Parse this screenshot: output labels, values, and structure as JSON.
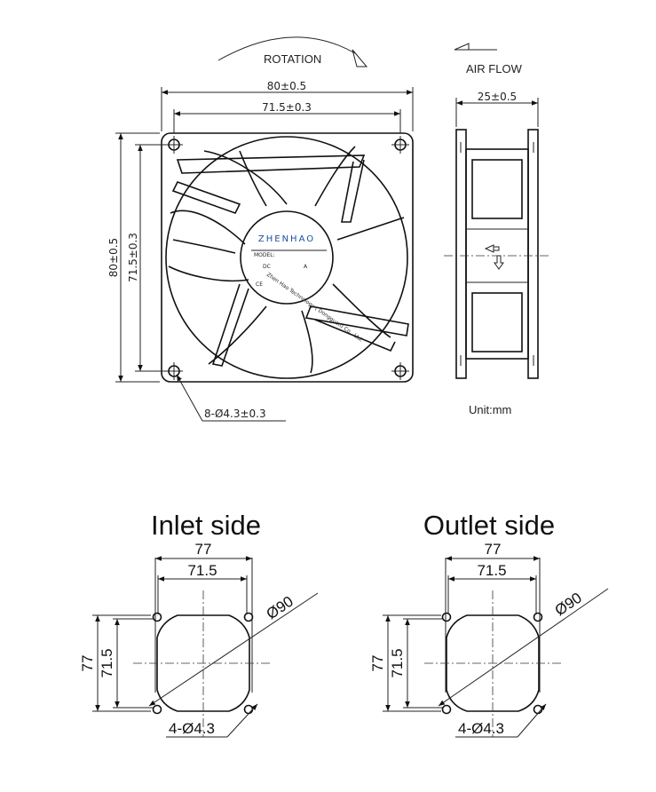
{
  "top": {
    "rotation_label": "ROTATION",
    "airflow_label": "AIR FLOW",
    "dim_width_outer": "80±0.5",
    "dim_width_inner": "71.5±0.3",
    "dim_height_outer": "80±0.5",
    "dim_height_inner": "71.5±0.3",
    "dim_depth": "25±0.5",
    "hole_spec": "8-Ø4.3±0.3",
    "unit": "Unit:mm",
    "label": {
      "brand": "ZHENHAO",
      "model": "MODEL:",
      "dc": "DC",
      "amp": "A",
      "ce": "CE",
      "company": "Zhen Hao Technology ( Dongguan) Co., Ltd."
    }
  },
  "inlet": {
    "title": "Inlet side",
    "dim_77": "77",
    "dim_715": "71.5",
    "dim_v77": "77",
    "dim_v715": "71.5",
    "dia": "Ø90",
    "holes": "4-Ø4.3"
  },
  "outlet": {
    "title": "Outlet side",
    "dim_77": "77",
    "dim_715": "71.5",
    "dim_v77": "77",
    "dim_v715": "71.5",
    "dia": "Ø90",
    "holes": "4-Ø4.3"
  }
}
